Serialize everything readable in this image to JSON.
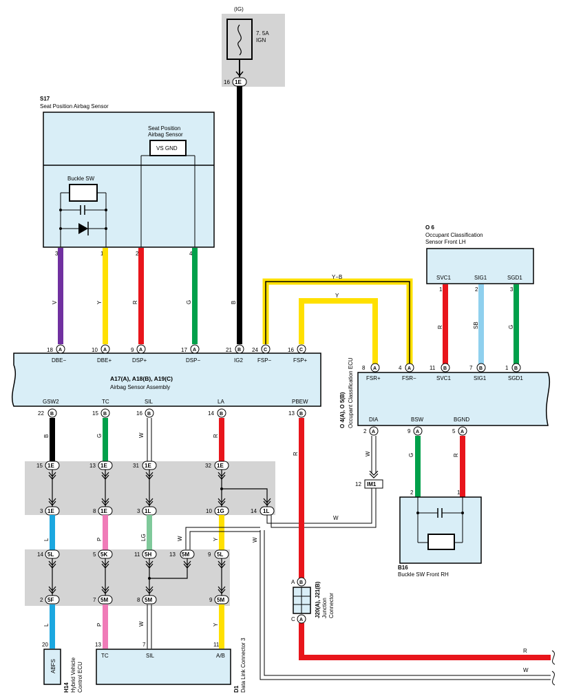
{
  "fuse": {
    "ig_label": "(IG)",
    "rating": "7. 5A",
    "name": "IGN",
    "pin": "16",
    "conn": "1E"
  },
  "s17": {
    "id": "S17",
    "title": "Seat Position Airbag Sensor",
    "inner_title_1": "Seat Position",
    "inner_title_2": "Airbag Sensor",
    "vsgnd": "VS GND",
    "buckle": "Buckle SW",
    "pins": [
      "3",
      "1",
      "2",
      "4"
    ]
  },
  "wire_colors_top": [
    "V",
    "Y",
    "R",
    "G",
    "B"
  ],
  "airbag": {
    "title": "A17(A), A18(B), A19(C)",
    "subtitle": "Airbag Sensor Assembly",
    "top_pins": [
      {
        "num": "18",
        "conn": "A",
        "name": "DBE−"
      },
      {
        "num": "10",
        "conn": "A",
        "name": "DBE+"
      },
      {
        "num": "9",
        "conn": "A",
        "name": "DSP+"
      },
      {
        "num": "17",
        "conn": "A",
        "name": "DSP−"
      },
      {
        "num": "21",
        "conn": "B",
        "name": "IG2"
      },
      {
        "num": "24",
        "conn": "C",
        "name": "FSP−"
      },
      {
        "num": "16",
        "conn": "C",
        "name": "FSP+"
      }
    ],
    "bottom_pins": [
      {
        "num": "22",
        "conn": "B",
        "name": "GSW2"
      },
      {
        "num": "15",
        "conn": "B",
        "name": "TC"
      },
      {
        "num": "16",
        "conn": "B",
        "name": "SIL"
      },
      {
        "num": "14",
        "conn": "B",
        "name": "LA"
      },
      {
        "num": "13",
        "conn": "B",
        "name": "PBEW"
      }
    ]
  },
  "yb_label": "Y−B",
  "y_label": "Y",
  "o6": {
    "id": "O 6",
    "title_1": "Occupant Classification",
    "title_2": "Sensor Front LH",
    "pins": [
      {
        "name": "SVC1",
        "num": "1",
        "color": "R"
      },
      {
        "name": "SIG1",
        "num": "2",
        "color": "SB"
      },
      {
        "name": "SGD1",
        "num": "3",
        "color": "G"
      }
    ]
  },
  "ecu": {
    "side_1": "O 4(A), O 5(B)",
    "side_2": "Occupant Classification ECU",
    "top_pins": [
      {
        "num": "8",
        "conn": "A",
        "name": "FSR+"
      },
      {
        "num": "4",
        "conn": "A",
        "name": "FSR−"
      },
      {
        "num": "11",
        "conn": "B",
        "name": "SVC1"
      },
      {
        "num": "7",
        "conn": "B",
        "name": "SIG1"
      },
      {
        "num": "1",
        "conn": "B",
        "name": "SGD1"
      }
    ],
    "bottom_pins": [
      {
        "num": "2",
        "conn": "A",
        "name": "DIA"
      },
      {
        "num": "9",
        "conn": "A",
        "name": "BSW"
      },
      {
        "num": "5",
        "conn": "A",
        "name": "BGND"
      }
    ]
  },
  "b16": {
    "id": "B16",
    "title": "Buckle SW Front RH",
    "pins": [
      "2",
      "1"
    ]
  },
  "im1": {
    "pin": "12",
    "conn": "IM1"
  },
  "jc": {
    "title_1": "J20(A), J21(B)",
    "title_2": "Junction",
    "title_3": "Connector",
    "top": "A",
    "top2": "B",
    "bottom": "C",
    "bottom2": "A"
  },
  "bottom_wire_colors": [
    "B",
    "G",
    "W",
    "R",
    "R",
    "W",
    "G",
    "R"
  ],
  "jb_row1": [
    {
      "num": "15",
      "conn": "1E"
    },
    {
      "num": "13",
      "conn": "1E"
    },
    {
      "num": "31",
      "conn": "1E"
    },
    {
      "num": "32",
      "conn": "1E"
    }
  ],
  "jb_row2": [
    {
      "num": "3",
      "conn": "1E"
    },
    {
      "num": "8",
      "conn": "1E"
    },
    {
      "num": "3",
      "conn": "1L"
    },
    {
      "num": "10",
      "conn": "1G"
    },
    {
      "num": "14",
      "conn": "1L"
    }
  ],
  "mid_wire_colors": [
    "L",
    "P",
    "LG",
    "W",
    "Y",
    "W",
    "W"
  ],
  "jb_row3": [
    {
      "num": "14",
      "conn": "5L"
    },
    {
      "num": "5",
      "conn": "5K"
    },
    {
      "num": "11",
      "conn": "5H"
    },
    {
      "num": "13",
      "conn": "5M"
    },
    {
      "num": "9",
      "conn": "5L"
    }
  ],
  "jb_row4": [
    {
      "num": "2",
      "conn": "5F"
    },
    {
      "num": "7",
      "conn": "5M"
    },
    {
      "num": "8",
      "conn": "5M"
    },
    {
      "num": "9",
      "conn": "5M"
    }
  ],
  "low_wire_colors": [
    "L",
    "P",
    "W",
    "Y"
  ],
  "h14": {
    "id": "H14",
    "name_1": "Hybrid Vehicle",
    "name_2": "Control ECU",
    "pin": "20",
    "term": "ABFS"
  },
  "d1": {
    "id": "D1",
    "name": "Data Link Connector 3",
    "pins": [
      "13",
      "7",
      "11"
    ],
    "terms": [
      "TC",
      "SIL",
      "A/B"
    ]
  },
  "right_wires": [
    "R",
    "W"
  ]
}
